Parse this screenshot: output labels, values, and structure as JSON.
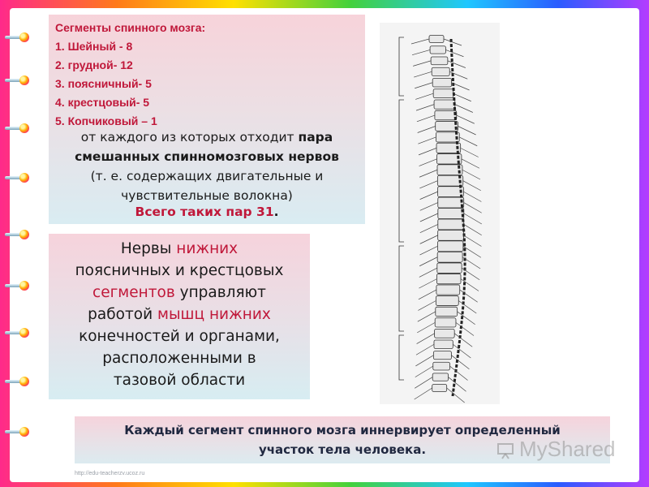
{
  "segments_box": {
    "title": "Сегменты спинного мозга:",
    "items": [
      "1. Шейный - 8",
      "2. грудной- 12",
      "3. поясничный- 5",
      "4. крестцовый- 5",
      "5. Копчиковый – 1"
    ],
    "line1": "от каждого из которых отходит ",
    "line1_bold": "пара",
    "line2": "смешанных спинномозговых нервов",
    "line3": "(т. е. содержащих двигательные и",
    "line4": "чувствительные волокна)",
    "line5": "Всего таких пар 31",
    "line5_end": "."
  },
  "nerves_box": {
    "l1a": "Нервы ",
    "l1b": "нижних",
    "l2": "поясничных и крестцовых",
    "l3a": "сегментов",
    "l3b": " управляют",
    "l4a": "работой ",
    "l4b": "мышц нижних",
    "l5": "конечностей и органами,",
    "l6": "расположенными в",
    "l7": "тазовой области"
  },
  "bottom_box": {
    "line1": "Каждый сегмент спинного мозга иннервирует определенный",
    "line2": "участок тела человека."
  },
  "watermark": {
    "text": "MyShared"
  },
  "footer_url": "http://edu-teacherzv.ucoz.ru",
  "colors": {
    "accent_red": "#c0183a",
    "text_dark": "#1a1a1a"
  }
}
